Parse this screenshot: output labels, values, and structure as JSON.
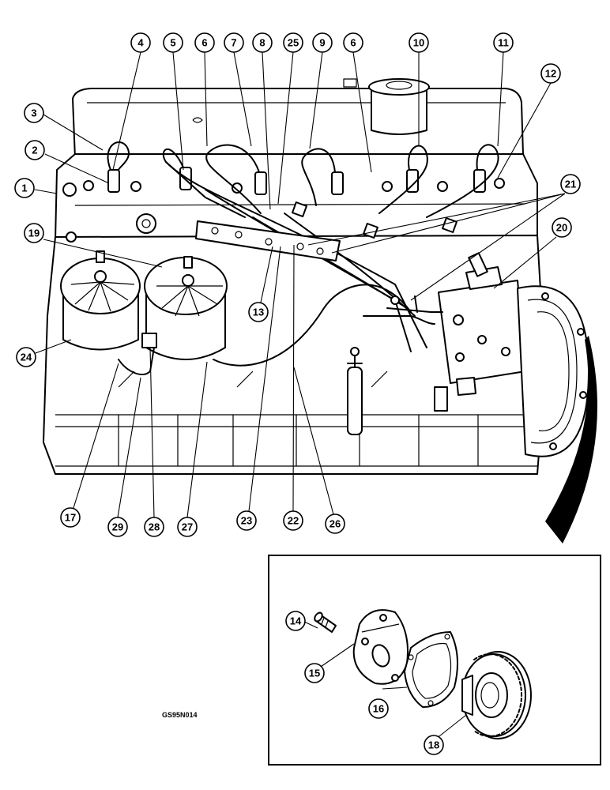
{
  "figure_code": "GS95N014",
  "callouts": [
    {
      "label": "1"
    },
    {
      "label": "2"
    },
    {
      "label": "3"
    },
    {
      "label": "4"
    },
    {
      "label": "5"
    },
    {
      "label": "6"
    },
    {
      "label": "7"
    },
    {
      "label": "8"
    },
    {
      "label": "25"
    },
    {
      "label": "9"
    },
    {
      "label": "6"
    },
    {
      "label": "10"
    },
    {
      "label": "11"
    },
    {
      "label": "12"
    },
    {
      "label": "21"
    },
    {
      "label": "20"
    },
    {
      "label": "19"
    },
    {
      "label": "13"
    },
    {
      "label": "24"
    },
    {
      "label": "17"
    },
    {
      "label": "29"
    },
    {
      "label": "28"
    },
    {
      "label": "27"
    },
    {
      "label": "23"
    },
    {
      "label": "22"
    },
    {
      "label": "26"
    },
    {
      "label": "14"
    },
    {
      "label": "15"
    },
    {
      "label": "16"
    },
    {
      "label": "18"
    }
  ]
}
